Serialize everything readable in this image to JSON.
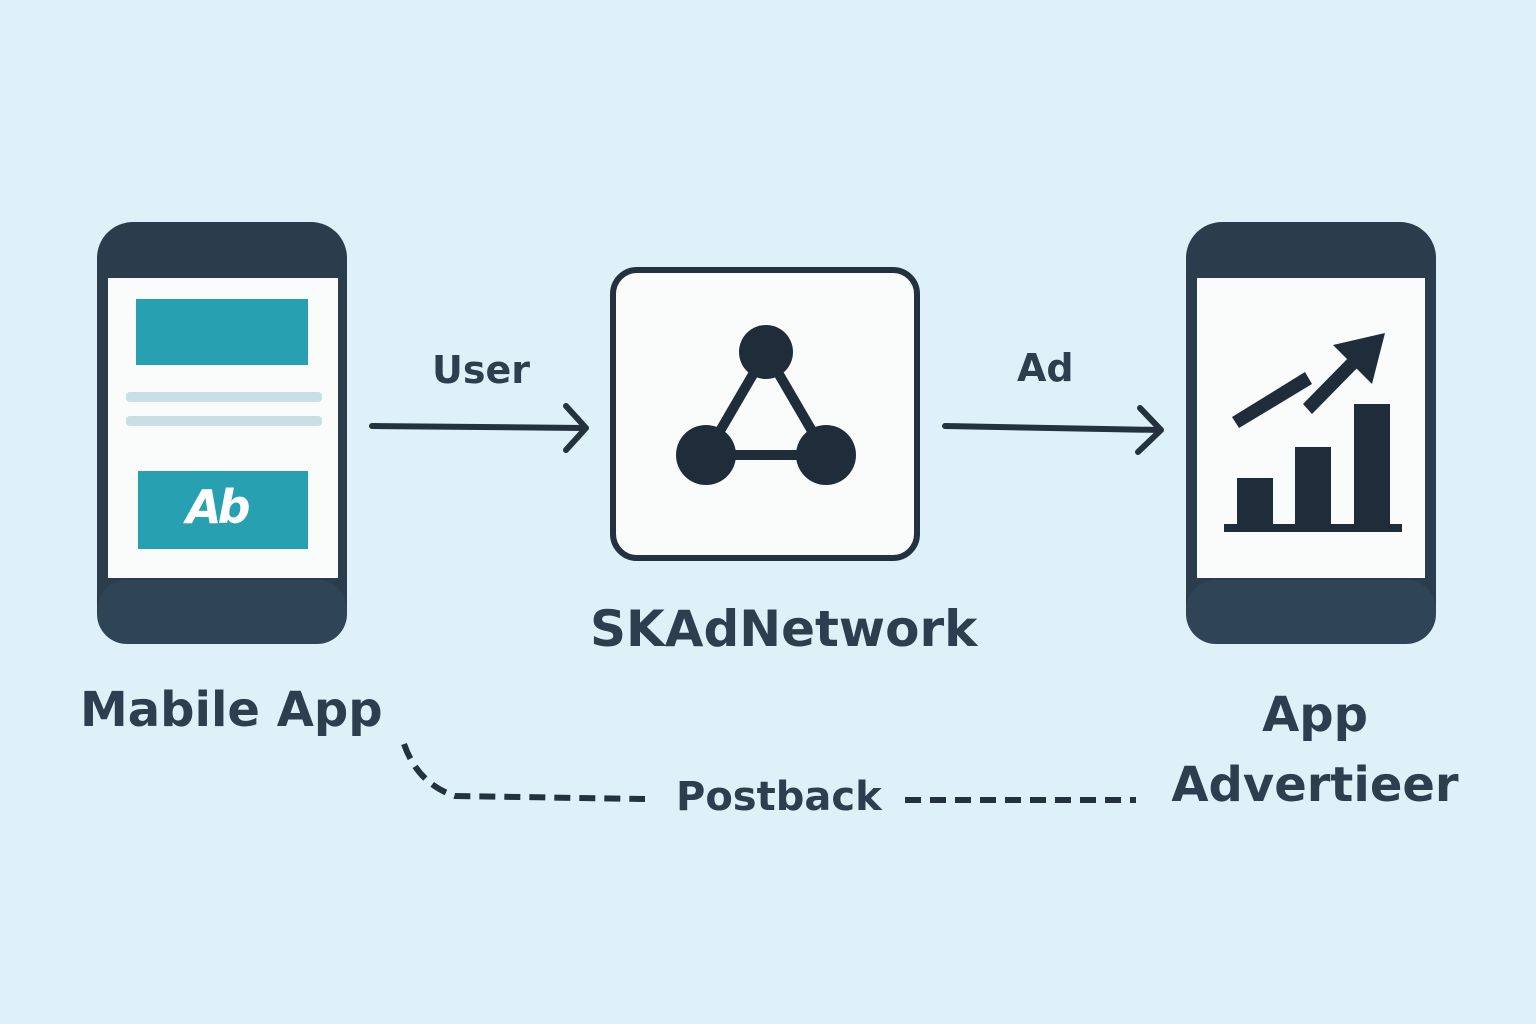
{
  "nodes": {
    "mobile_app": {
      "label": "Mabile App",
      "ad_banner_text": "Ab"
    },
    "skadnetwork": {
      "label": "SKAdNetwork"
    },
    "advertiser": {
      "label_line1": "App",
      "label_line2": "Advertieer"
    }
  },
  "edges": {
    "user": {
      "label": "User"
    },
    "ad": {
      "label": "Ad"
    },
    "postback": {
      "label": "Postback"
    }
  },
  "colors": {
    "background": "#dff1f8",
    "phone_frame": "#2b3d4c",
    "accent_teal": "#27a0b2",
    "screen": "#fafbfb",
    "ink": "#1f2d3a"
  }
}
